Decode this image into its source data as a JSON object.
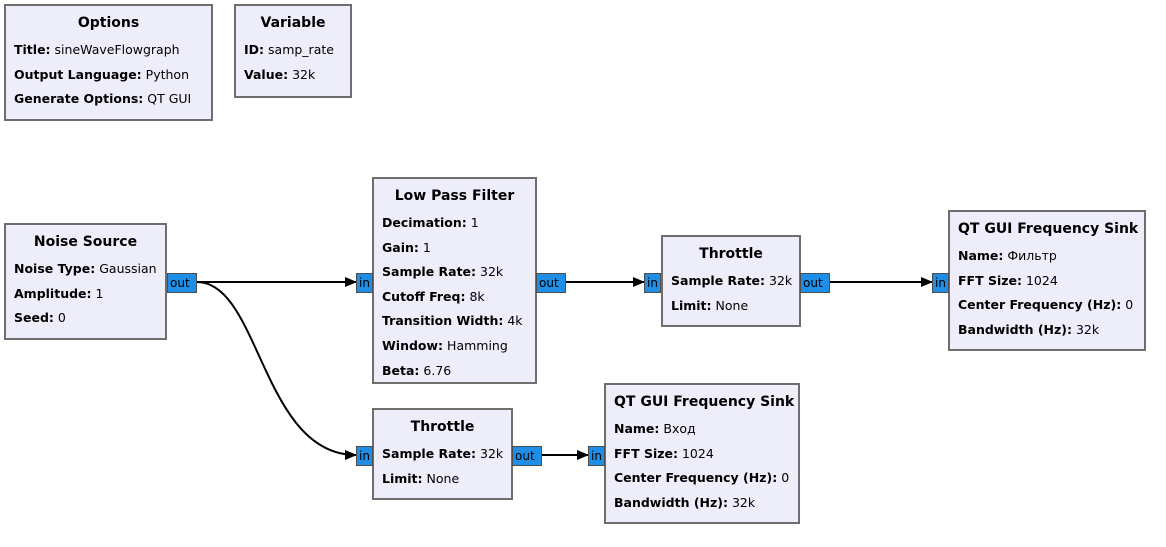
{
  "blocks": {
    "options": {
      "title": "Options",
      "params": [
        {
          "key": "Title:",
          "value": "sineWaveFlowgraph"
        },
        {
          "key": "Output Language:",
          "value": "Python"
        },
        {
          "key": "Generate Options:",
          "value": "QT GUI"
        }
      ]
    },
    "variable": {
      "title": "Variable",
      "params": [
        {
          "key": "ID:",
          "value": "samp_rate"
        },
        {
          "key": "Value:",
          "value": "32k"
        }
      ]
    },
    "noise_source": {
      "title": "Noise Source",
      "params": [
        {
          "key": "Noise Type:",
          "value": "Gaussian"
        },
        {
          "key": "Amplitude:",
          "value": "1"
        },
        {
          "key": "Seed:",
          "value": "0"
        }
      ],
      "out_port": "out"
    },
    "low_pass_filter": {
      "title": "Low Pass Filter",
      "params": [
        {
          "key": "Decimation:",
          "value": "1"
        },
        {
          "key": "Gain:",
          "value": "1"
        },
        {
          "key": "Sample Rate:",
          "value": "32k"
        },
        {
          "key": "Cutoff Freq:",
          "value": "8k"
        },
        {
          "key": "Transition Width:",
          "value": "4k"
        },
        {
          "key": "Window:",
          "value": "Hamming"
        },
        {
          "key": "Beta:",
          "value": "6.76"
        }
      ],
      "in_port": "in",
      "out_port": "out"
    },
    "throttle_top": {
      "title": "Throttle",
      "params": [
        {
          "key": "Sample Rate:",
          "value": "32k"
        },
        {
          "key": "Limit:",
          "value": "None"
        }
      ],
      "in_port": "in",
      "out_port": "out"
    },
    "freq_sink_top": {
      "title": "QT GUI Frequency Sink",
      "params": [
        {
          "key": "Name:",
          "value": "Фильтр"
        },
        {
          "key": "FFT Size:",
          "value": "1024"
        },
        {
          "key": "Center Frequency (Hz):",
          "value": "0"
        },
        {
          "key": "Bandwidth (Hz):",
          "value": "32k"
        }
      ],
      "in_port": "in"
    },
    "throttle_bottom": {
      "title": "Throttle",
      "params": [
        {
          "key": "Sample Rate:",
          "value": "32k"
        },
        {
          "key": "Limit:",
          "value": "None"
        }
      ],
      "in_port": "in",
      "out_port": "out"
    },
    "freq_sink_bottom": {
      "title": "QT GUI Frequency Sink",
      "params": [
        {
          "key": "Name:",
          "value": "Вход"
        },
        {
          "key": "FFT Size:",
          "value": "1024"
        },
        {
          "key": "Center Frequency (Hz):",
          "value": "0"
        },
        {
          "key": "Bandwidth (Hz):",
          "value": "32k"
        }
      ],
      "in_port": "in"
    }
  },
  "colors": {
    "block_fill": "#eeeefa",
    "block_border": "#6e6e6e",
    "port_fill": "#1f8ee6",
    "wire": "#000000"
  }
}
